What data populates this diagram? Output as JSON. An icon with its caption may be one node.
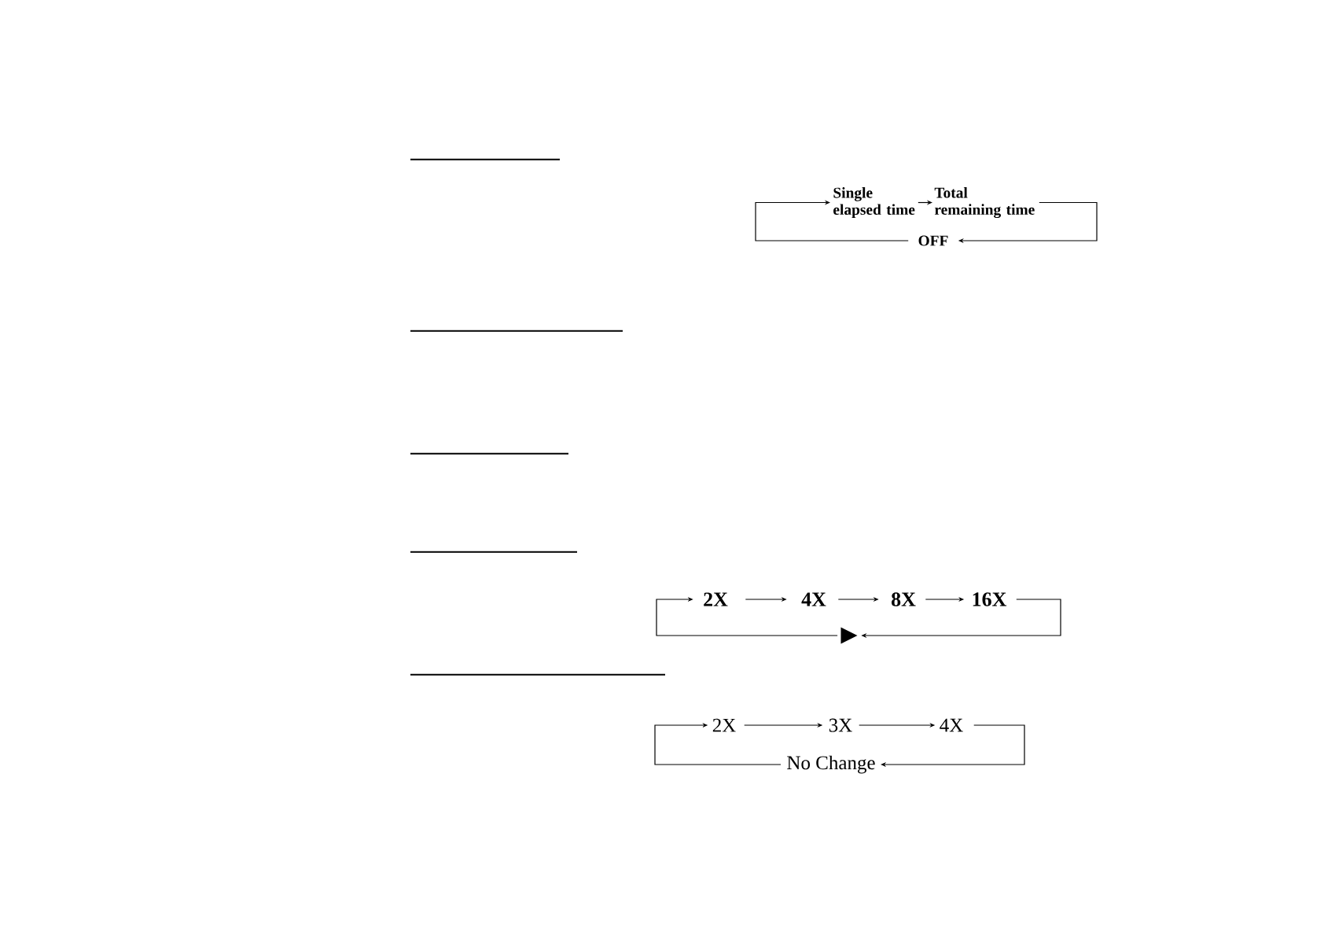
{
  "diagram": {
    "nodes": [
      {
        "text": [
          "Single elapsed time"
        ]
      },
      {
        "text": [
          "Total remaining time"
        ]
      },
      {
        "text": [
          "OFF"
        ]
      },
      {
        "text": [
          "2X"
        ]
      },
      {
        "text": [
          "4X"
        ]
      },
      {
        "text": [
          "8X"
        ]
      },
      {
        "text": [
          "16X"
        ]
      },
      {
        "text": [],
        "shape": "triangle"
      },
      {
        "text": [
          "2X"
        ]
      },
      {
        "text": [
          "3X"
        ]
      },
      {
        "text": [
          "4X"
        ]
      },
      {
        "text": [
          "No Change"
        ]
      }
    ],
    "edges": [
      {
        "from": 2,
        "to": 0,
        "arrow": "to"
      },
      {
        "from": 0,
        "to": 1,
        "arrow": "to"
      },
      {
        "from": 1,
        "to": 2,
        "arrow": "to"
      },
      {
        "from": 7,
        "to": 3,
        "arrow": "to"
      },
      {
        "from": 3,
        "to": 4,
        "arrow": "to"
      },
      {
        "from": 4,
        "to": 5,
        "arrow": "to"
      },
      {
        "from": 5,
        "to": 6,
        "arrow": "to"
      },
      {
        "from": 6,
        "to": 7,
        "arrow": "to"
      },
      {
        "from": 11,
        "to": 8,
        "arrow": "to"
      },
      {
        "from": 8,
        "to": 9,
        "arrow": "to"
      },
      {
        "from": 9,
        "to": 10,
        "arrow": "to"
      },
      {
        "from": 10,
        "to": 11,
        "arrow": "to"
      }
    ]
  }
}
